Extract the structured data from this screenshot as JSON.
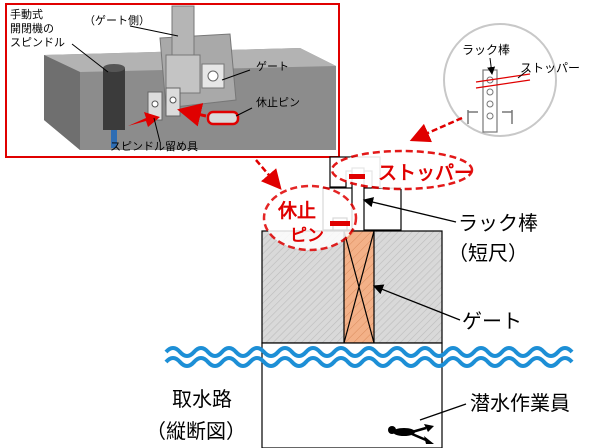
{
  "inset_labels": {
    "spindle": [
      "手動式",
      "開閉機の",
      "スピンドル"
    ],
    "gate_side": "（ゲート側）",
    "gate": "ゲート",
    "stop_pin": "休止ピン",
    "spindle_retainer": "スピンドル留め具"
  },
  "circle_labels": {
    "rack_bar": "ラック棒",
    "stopper": "ストッパー"
  },
  "callouts": {
    "stopper": "ストッパー",
    "stop_pin": [
      "休止",
      "ピン"
    ]
  },
  "main_labels": {
    "rack_bar": [
      "ラック棒",
      "（短尺）"
    ],
    "gate": "ゲート",
    "diver": "潜水作業員",
    "intake": [
      "取水路",
      "（縦断図）"
    ]
  },
  "colors": {
    "accent_red": "#e00000",
    "gate_orange": "#f3b188",
    "water_blue": "#1d8fd6",
    "concrete": "#d9d9d9"
  }
}
